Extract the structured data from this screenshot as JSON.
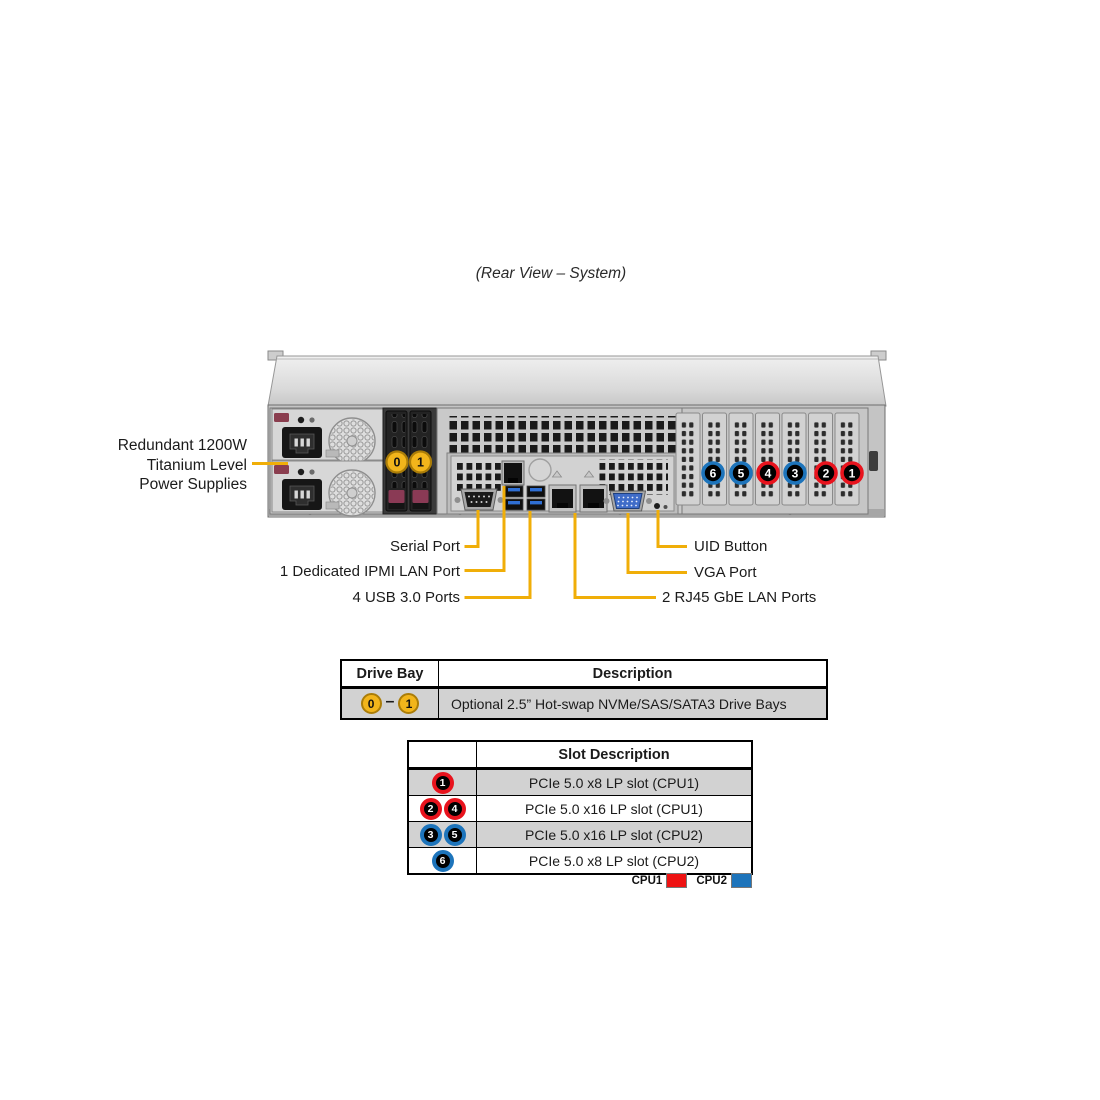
{
  "figure": {
    "title": "(Rear View – System)"
  },
  "chassis": {
    "psu_label_lines": [
      "Redundant 1200W",
      "Titanium Level",
      "Power Supplies"
    ],
    "drive_bay_badges": [
      "0",
      "1"
    ],
    "pcie_slot_badges": [
      {
        "num": "6",
        "cpu": "CPU2"
      },
      {
        "num": "5",
        "cpu": "CPU2"
      },
      {
        "num": "4",
        "cpu": "CPU1"
      },
      {
        "num": "3",
        "cpu": "CPU2"
      },
      {
        "num": "2",
        "cpu": "CPU1"
      },
      {
        "num": "1",
        "cpu": "CPU1"
      }
    ],
    "callouts_left": [
      "Serial Port",
      "1 Dedicated IPMI LAN Port",
      "4 USB 3.0 Ports"
    ],
    "callouts_right": [
      "UID Button",
      "VGA Port",
      "2 RJ45 GbE LAN Ports"
    ]
  },
  "drive_bay_table": {
    "headers": [
      "Drive Bay",
      "Description"
    ],
    "row": {
      "bay_start": "0",
      "bay_separator": "–",
      "bay_end": "1",
      "description": "Optional 2.5” Hot-swap NVMe/SAS/SATA3 Drive Bays"
    }
  },
  "slot_table": {
    "header": "Slot Description",
    "rows": [
      {
        "badges": [
          "1"
        ],
        "cpu": "CPU1",
        "description": "PCIe 5.0 x8 LP slot (CPU1)"
      },
      {
        "badges": [
          "2",
          "4"
        ],
        "cpu": "CPU1",
        "description": "PCIe 5.0 x16 LP slot (CPU1)"
      },
      {
        "badges": [
          "3",
          "5"
        ],
        "cpu": "CPU2",
        "description": "PCIe 5.0 x16 LP slot (CPU2)"
      },
      {
        "badges": [
          "6"
        ],
        "cpu": "CPU2",
        "description": "PCIe 5.0 x8 LP slot (CPU2)"
      }
    ]
  },
  "legend": [
    {
      "label": "CPU1",
      "color": "#ee1212"
    },
    {
      "label": "CPU2",
      "color": "#1d74bb"
    }
  ],
  "colors": {
    "callout_line": "#f0ae08",
    "bay_badge_fill": "#f2b51b",
    "bay_badge_ring": "#ab7d08",
    "cpu1_ring": "#e8131d",
    "cpu2_ring": "#1d74bb",
    "table_row_gray": "#d2d2d2"
  }
}
